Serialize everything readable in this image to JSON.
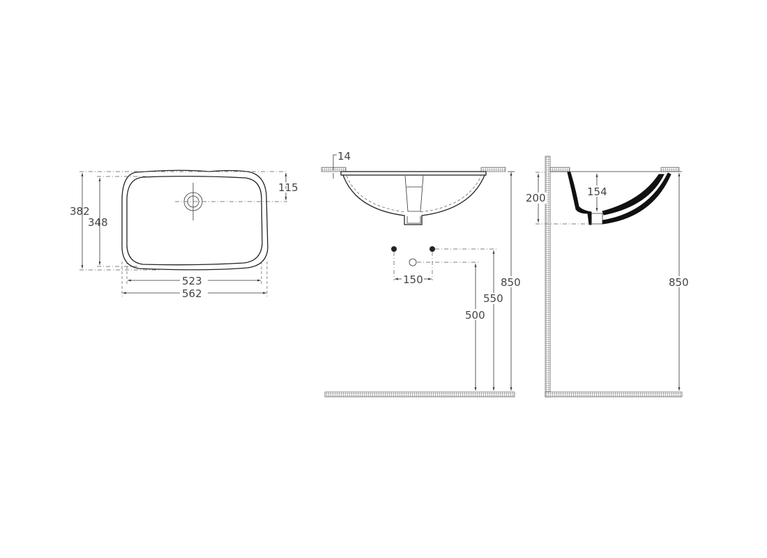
{
  "drawing": {
    "top_view": {
      "dimensions": {
        "overall_depth": "382",
        "inner_depth": "348",
        "drain_offset": "115",
        "inner_width": "523",
        "overall_width": "562"
      }
    },
    "front_view": {
      "dimensions": {
        "rim_thickness": "14",
        "tap_spacing": "150",
        "drain_height": "500",
        "supply_height": "550",
        "counter_height": "850"
      }
    },
    "side_view": {
      "dimensions": {
        "bowl_height": "200",
        "bowl_depth": "154",
        "counter_height": "850"
      }
    },
    "colors": {
      "line": "#222222",
      "dimension_text": "#444444",
      "hatch": "#777777",
      "background": "#ffffff"
    }
  }
}
